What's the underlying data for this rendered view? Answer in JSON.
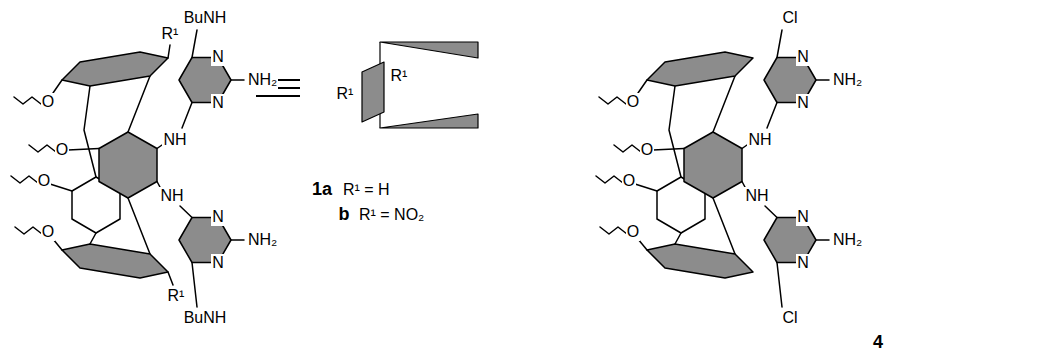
{
  "diagram": {
    "labels": [
      "R¹",
      "BuNH",
      "N",
      "NH₂",
      "O",
      "N",
      "O",
      "NH",
      "O",
      "NH",
      "N",
      "O",
      "NH₂",
      "N",
      "R¹",
      "BuNH",
      "R¹",
      "R¹",
      "1a",
      "R¹ = H",
      "b",
      "R¹ = NO₂",
      "Cl",
      "N",
      "NH₂",
      "O",
      "N",
      "O",
      "NH",
      "O",
      "NH",
      "N",
      "O",
      "NH₂",
      "N",
      "Cl",
      "4"
    ]
  }
}
